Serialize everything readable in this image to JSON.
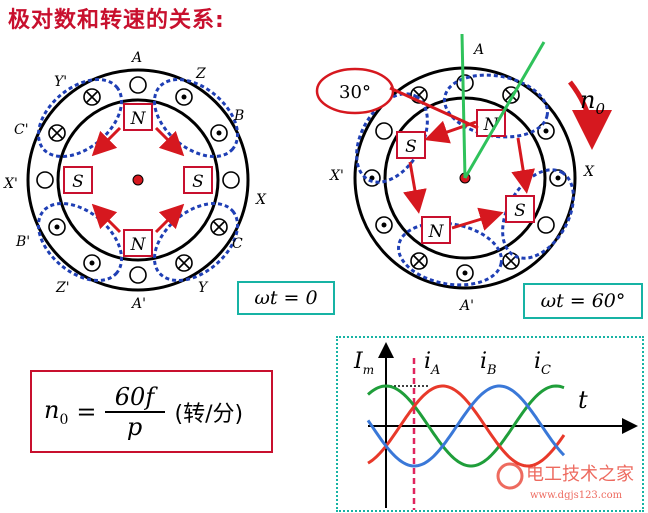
{
  "title": "极对数和转速的关系:",
  "left_motor": {
    "labels": {
      "A": "A",
      "A_prime": "A'",
      "B": "B",
      "B_prime": "B'",
      "C": "C",
      "C_prime": "C'",
      "X": "X",
      "X_prime": "X'",
      "Y": "Y",
      "Y_prime": "Y'",
      "Z": "Z",
      "Z_prime": "Z'"
    },
    "poles": {
      "top": "N",
      "bottom": "N",
      "left": "S",
      "right": "S"
    },
    "caption": "ωt = 0"
  },
  "right_motor": {
    "labels": {
      "A": "A",
      "A_prime": "A'",
      "X": "X",
      "X_prime": "X'"
    },
    "poles": {
      "top": "N",
      "left_top": "S",
      "right_low": "S",
      "left_low": "N"
    },
    "angle_label": "30°",
    "speed_symbol": "n",
    "speed_subscript": "0",
    "caption": "ωt = 60°"
  },
  "formula": {
    "lhs": "n",
    "lhs_sub": "0",
    "numerator": "60f",
    "denominator": "p",
    "unit": "(转/分)"
  },
  "waveform": {
    "y_label": "I",
    "y_label_sub": "m",
    "t_label": "t",
    "series": [
      {
        "name": "i",
        "sub": "A",
        "color": "#1f9e3a"
      },
      {
        "name": "i",
        "sub": "B",
        "color": "#e8392a"
      },
      {
        "name": "i",
        "sub": "C",
        "color": "#3a78d8"
      }
    ]
  },
  "watermark": {
    "text": "电工技术之家",
    "url": "www.dgjs123.com"
  },
  "colors": {
    "accent_red": "#c8102e",
    "frame_teal": "#17b3a4",
    "coil_blue": "#1f3fb5",
    "arrow_red": "#d6181f"
  }
}
